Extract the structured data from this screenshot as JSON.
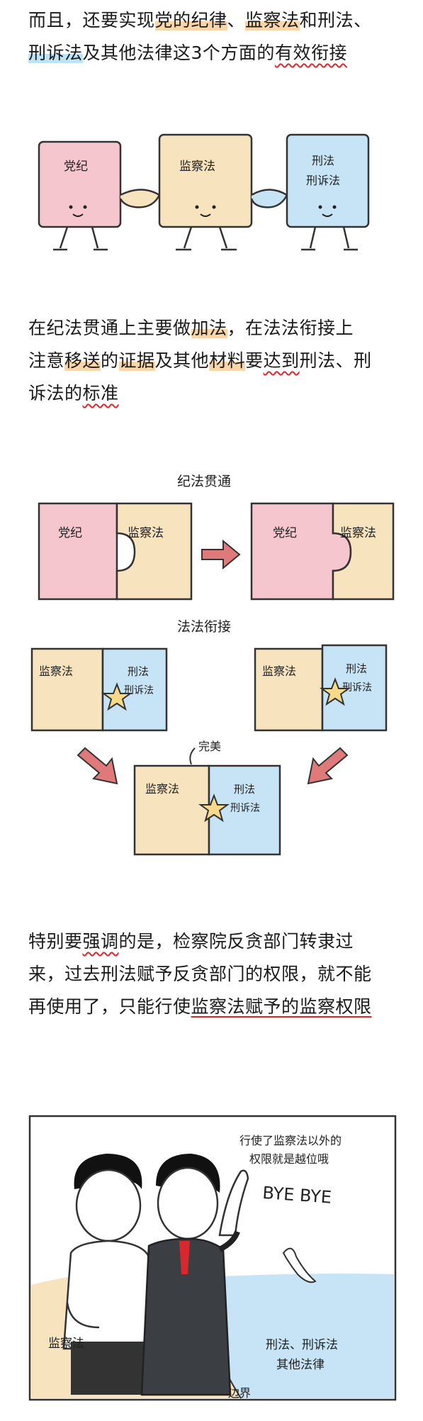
{
  "paragraph1": {
    "line1": {
      "p1": "而且，还要实现",
      "p2": "党的纪律",
      "p3": "、",
      "p4": "监察法",
      "p5": "和刑法、"
    },
    "line2": {
      "p1": "刑诉法",
      "p2": "及其他法律这3个方面的",
      "p3": "有效衔接"
    }
  },
  "figure1": {
    "left": "党纪",
    "middle": "监察法",
    "right_line1": "刑法",
    "right_line2": "刑诉法"
  },
  "paragraph2": {
    "line1": {
      "p1": "在纪法贯通上主要做",
      "p2": "加法",
      "p3": "，在法法衔接上"
    },
    "line2": {
      "p1": "注意",
      "p2": "移送",
      "p3": "的",
      "p4": "证据",
      "p5": "及其他",
      "p6": "材料",
      "p7": "要",
      "p8": "达到",
      "p9": "刑法、刑"
    },
    "line3": {
      "p1": "诉法的",
      "p2": "标准"
    }
  },
  "figure2": {
    "title_top": "纪法贯通",
    "puzzle_left": "党纪",
    "puzzle_right": "监察法",
    "title_mid": "法法衔接",
    "block_left": "监察法",
    "block_right_line1": "刑法",
    "block_right_line2": "刑诉法",
    "perfect_label": "完美"
  },
  "paragraph3": {
    "line1": {
      "p1": "特别要",
      "p2": "强调",
      "p3": "的是，检察院反贪部门转隶过"
    },
    "line2": "来，过去刑法赋予反贪部门的权限，就不能",
    "line3": {
      "p1": "再使用了，只能行使",
      "p2": "监察法赋予的监察权限"
    }
  },
  "figure3": {
    "speech_line1": "行使了监察法以外的",
    "speech_line2": "权限就是越位哦",
    "bye": "BYE BYE",
    "land_label": "监察法",
    "sea_line1": "刑法、刑诉法",
    "sea_line2": "其他法律",
    "border_label": "边界"
  },
  "colors": {
    "pink": "#f6c6cf",
    "beige": "#f7e3be",
    "blue": "#c7e4f6",
    "red_accent": "#e0262b",
    "arrow": "#e07a7a"
  }
}
